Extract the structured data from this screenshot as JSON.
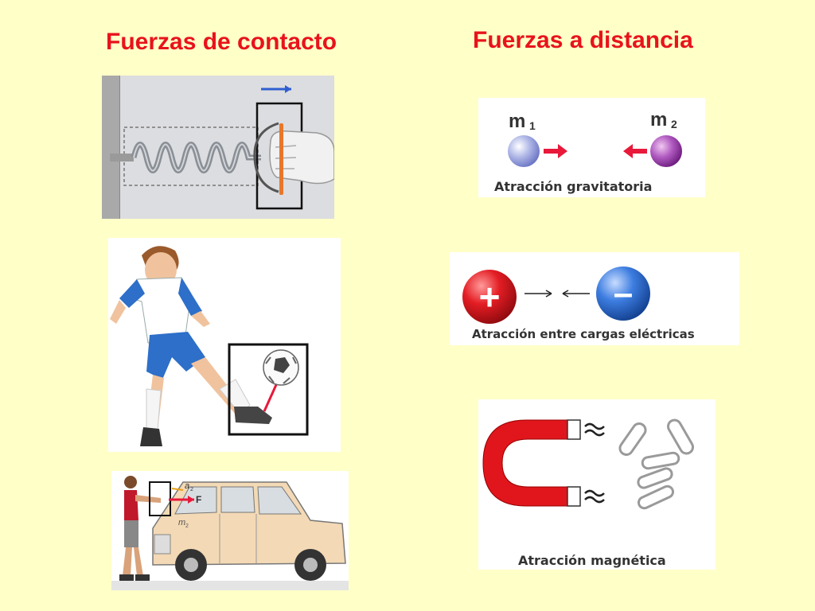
{
  "headings": {
    "contact": "Fuerzas de contacto",
    "distance": "Fuerzas a distancia"
  },
  "contact_panels": {
    "spring": {},
    "kicker": {},
    "car": {
      "accel_label": "a",
      "accel_sub": "2",
      "force_label": "F",
      "mass_label": "m",
      "mass_sub": "2"
    }
  },
  "distance_panels": {
    "gravity": {
      "mass1_label": "m",
      "mass1_sub": "1",
      "mass2_label": "m",
      "mass2_sub": "2",
      "caption": "Atracción gravitatoria"
    },
    "electric": {
      "plus_sign": "+",
      "minus_sign": "–",
      "caption": "Atracción entre cargas eléctricas"
    },
    "magnetic": {
      "caption": "Atracción magnética"
    }
  },
  "colors": {
    "background": "#ffffc8",
    "heading": "#e8131b",
    "arrow": "#e8193a",
    "magnet": "#e0161c"
  }
}
